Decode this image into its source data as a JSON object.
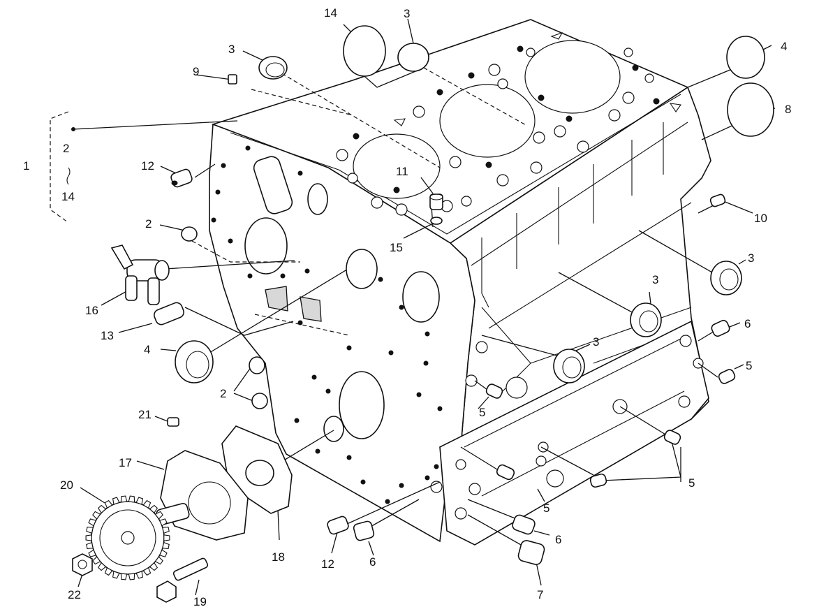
{
  "callouts": {
    "c1": "1",
    "c2a": "2",
    "c14a": "14",
    "c14b": "14",
    "c3a": "3",
    "c3b": "3",
    "c4a": "4",
    "c8": "8",
    "c9": "9",
    "c12a": "12",
    "c11": "11",
    "c15": "15",
    "c10": "10",
    "c2b": "2",
    "c3c": "3",
    "c16": "16",
    "c3d": "3",
    "c13": "13",
    "c6a": "6",
    "c4b": "4",
    "c3e": "3",
    "c5a": "5",
    "c2c": "2",
    "c5b": "5",
    "c21": "21",
    "c17": "17",
    "c5c": "5",
    "c20": "20",
    "c5d": "5",
    "c6b": "6",
    "c18": "18",
    "c12b": "12",
    "c6c": "6",
    "c7": "7",
    "c22": "22",
    "c19": "19"
  }
}
